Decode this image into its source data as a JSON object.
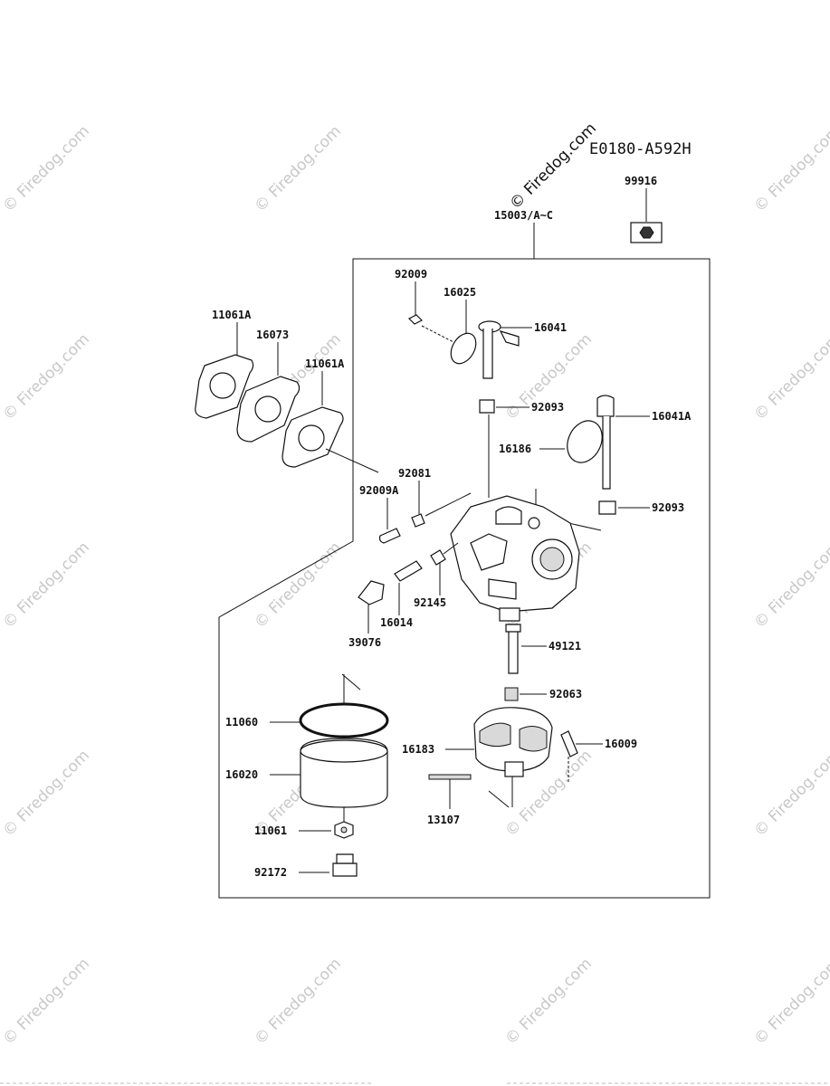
{
  "diagram_code": "E0180-A592H",
  "watermark": "© Firedog.com",
  "assembly_label": "15003/A~C",
  "parts": {
    "p99916": "99916",
    "p92009": "92009",
    "p16025": "16025",
    "p16041": "16041",
    "p11061A_left": "11061A",
    "p16073": "16073",
    "p11061A_right": "11061A",
    "p92093_top": "92093",
    "p16041A": "16041A",
    "p16186": "16186",
    "p92081": "92081",
    "p92009A": "92009A",
    "p92093_bottom": "92093",
    "p92145": "92145",
    "p16014": "16014",
    "p39076": "39076",
    "p49121": "49121",
    "p92063": "92063",
    "p11060": "11060",
    "p16183": "16183",
    "p16009": "16009",
    "p16020": "16020",
    "p13107": "13107",
    "p11061": "11061",
    "p92172": "92172"
  }
}
